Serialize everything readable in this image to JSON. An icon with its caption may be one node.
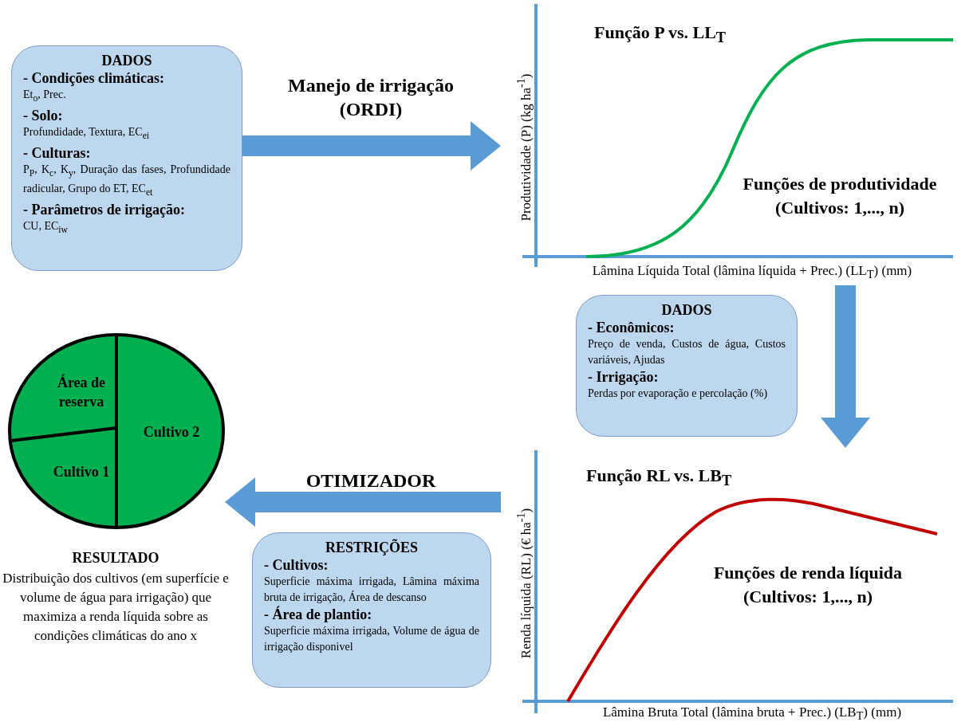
{
  "diagram": {
    "nodes": [
      {
        "text": [
          "DADOS",
          "- Condições climáticas:",
          "Et$_{o}$, Prec.",
          "- Solo:",
          "Profundidade, Textura, EC$_{ei}$",
          "- Culturas:",
          "P$_{P}$, K$_{c}$, K$_{y}$, Duração das fases, Profundidade radicular, Grupo do ET, EC$_{et}$",
          "- Parâmetros de irrigação:",
          "CU, EC$_{iw}$"
        ]
      },
      {
        "text": [
          "Função P vs. LL$_{T}$",
          "Produtividade (P) (kg ha$^{-1}$)",
          "Funções de produtividade (Cultivos: 1,..., n)",
          "Lâmina Líquida Total (lâmina líquida + Prec.) (LL$_{T}$) (mm)"
        ]
      },
      {
        "text": [
          "DADOS",
          "- Econômicos:",
          "Preço de venda, Custos de água, Custos variáveis, Ajudas",
          "- Irrigação:",
          "Perdas por evaporação e percolação (%)"
        ]
      },
      {
        "text": [
          "Função RL vs. LB$_{T}$",
          "Renda líquida (RL) (€ ha$^{-1}$)",
          "Funções de renda líquida (Cultivos: 1,..., n)",
          "Lâmina Bruta Total (lâmina bruta + Prec.) (LB$_{T}$) (mm)"
        ]
      },
      {
        "text": [
          "RESTRIÇÕES",
          "- Cultivos:",
          "Superficie máxima irrigada, Lâmina máxima bruta de irrigação, Área de descanso",
          "- Área de plantio:",
          "Superficie máxima irrigada, Volume de água de irrigação disponivel"
        ]
      },
      {
        "text": [
          "Área de reserva",
          "Cultivo 1",
          "Cultivo 2"
        ],
        "beside": [
          "RESULTADO",
          "Distribuição dos cultivos (em superfície e volume de água para irrigação) que maximiza a renda líquida sobre as condições climáticas do ano x"
        ]
      }
    ],
    "edges": [
      {
        "from": 0,
        "to": 1,
        "arrow": "to",
        "label": "Manejo de irrigação (ORDI)"
      },
      {
        "from": 1,
        "to": 3,
        "arrow": "to"
      },
      {
        "from": 3,
        "to": 5,
        "arrow": "to",
        "label": "OTIMIZADOR"
      }
    ]
  }
}
